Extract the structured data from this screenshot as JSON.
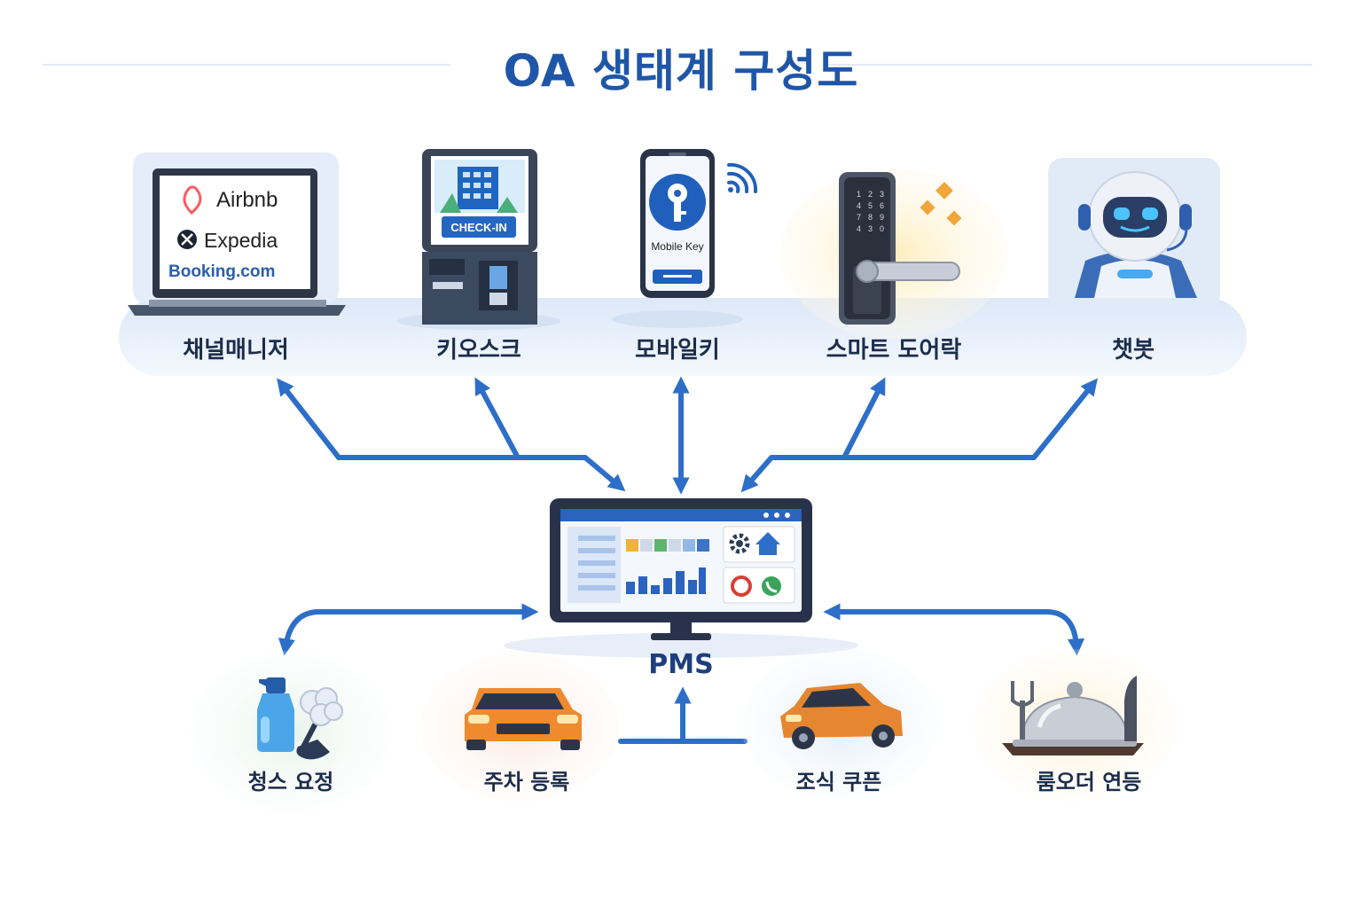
{
  "title": "OA 생태계 구성도",
  "colors": {
    "accent": "#1f56a8",
    "arrow": "#2d6fc8",
    "label": "#1c2d4a"
  },
  "top_nodes": [
    {
      "label": "채널매니저",
      "icon": "laptop-icon"
    },
    {
      "label": "키오스크",
      "icon": "kiosk-icon"
    },
    {
      "label": "모바일키",
      "icon": "smartphone-icon"
    },
    {
      "label": "스마트 도어락",
      "icon": "door-lock-icon"
    },
    {
      "label": "챗봇",
      "icon": "robot-icon"
    }
  ],
  "channels": {
    "airbnb": "Airbnb",
    "expedia": "Expedia",
    "booking": "Booking.com"
  },
  "kiosk_screen": "CHECK-IN",
  "mobile_key": "Mobile Key",
  "keypad": [
    "1",
    "2",
    "3",
    "4",
    "5",
    "6",
    "7",
    "8",
    "9",
    "4",
    "3",
    "0"
  ],
  "hub": {
    "label": "PMS",
    "icon": "monitor-icon"
  },
  "bottom_nodes": [
    {
      "label": "청스 요정",
      "icon": "cleaning-spray-icon"
    },
    {
      "label": "주차 등록",
      "icon": "car-icon"
    },
    {
      "label": "조식 쿠픈",
      "icon": "car-icon"
    },
    {
      "label": "룸오더 연등",
      "icon": "cloche-icon"
    }
  ]
}
